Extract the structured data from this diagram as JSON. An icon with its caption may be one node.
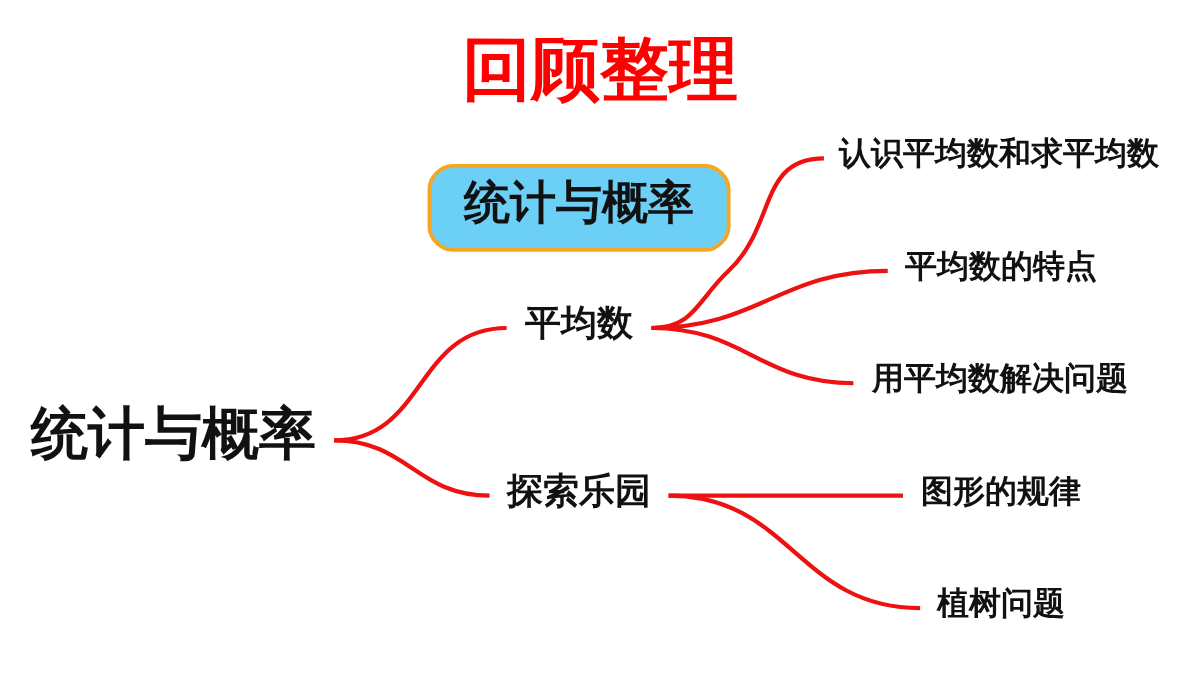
{
  "diagram": {
    "title": "回顾整理",
    "nodes": [
      {
        "text": [
          "统计与概率"
        ]
      },
      {
        "text": [
          "平均数"
        ]
      },
      {
        "text": [
          "认识平均数和求平均数"
        ]
      },
      {
        "text": [
          "平均数的特点"
        ]
      },
      {
        "text": [
          "用平均数解决问题"
        ]
      },
      {
        "text": [
          "探索乐园"
        ]
      },
      {
        "text": [
          "图形的规律"
        ]
      },
      {
        "text": [
          "植树问题"
        ]
      }
    ],
    "edges": [
      {
        "from": 0,
        "to": 1,
        "arrow": "none"
      },
      {
        "from": 0,
        "to": 5,
        "arrow": "none"
      },
      {
        "from": 1,
        "to": 2,
        "arrow": "none"
      },
      {
        "from": 1,
        "to": 3,
        "arrow": "none"
      },
      {
        "from": 1,
        "to": 4,
        "arrow": "none"
      },
      {
        "from": 5,
        "to": 6,
        "arrow": "none"
      },
      {
        "from": 5,
        "to": 7,
        "arrow": "none"
      }
    ],
    "labels": [
      "统计与概率"
    ]
  }
}
